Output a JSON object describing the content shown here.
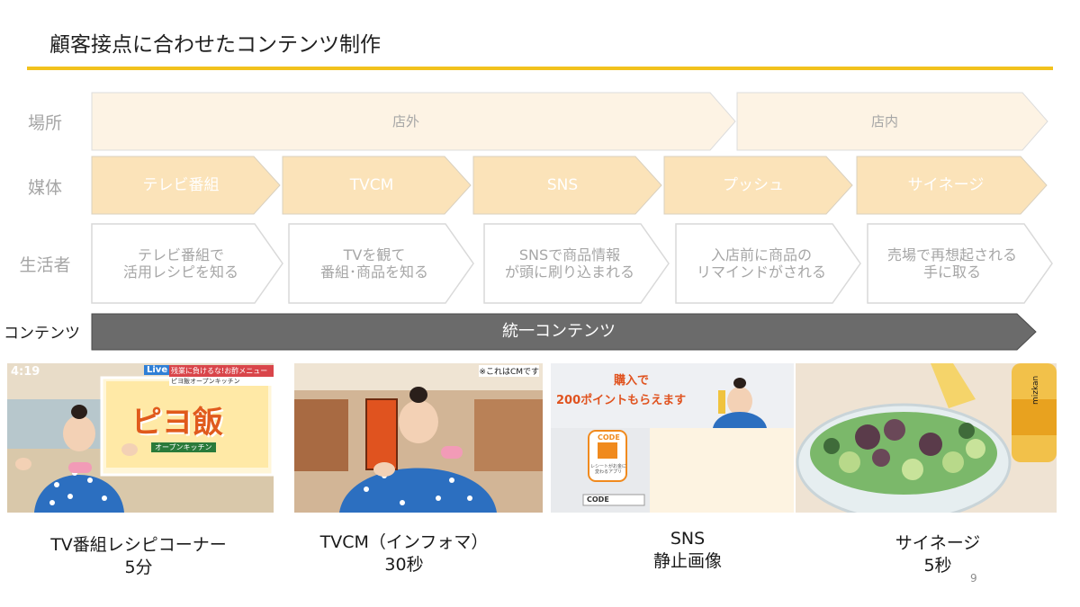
{
  "title": "顧客接点に合わせたコンテンツ制作",
  "rows": {
    "place_label": "場所",
    "media_label": "媒体",
    "consumer_label": "生活者",
    "content_label": "コンテンツ"
  },
  "place": {
    "outside": "店外",
    "inside": "店内"
  },
  "media": [
    "テレビ番組",
    "TVCM",
    "SNS",
    "プッシュ",
    "サイネージ"
  ],
  "consumer": [
    {
      "line1": "テレビ番組で",
      "line2": "活用レシピを知る"
    },
    {
      "line1": "TVを観て",
      "line2": "番組･商品を知る"
    },
    {
      "line1": "SNSで商品情報",
      "line2": "が頭に刷り込まれる"
    },
    {
      "line1": "入店前に商品の",
      "line2": "リマインドがされる"
    },
    {
      "line1": "売場で再想起される",
      "line2": "手に取る"
    }
  ],
  "content_arrow": "統一コンテンツ",
  "photos": {
    "tv_live": "Live",
    "tv_banner": "残業に負けるな!お酢メニュー",
    "tv_corner": "ピヨ飯オープンキッチン",
    "tv_logo": "ピヨ飯",
    "tv_sub": "オープンキッチン",
    "tv_time": "4:19",
    "cm_note": "※これはCMです",
    "sns_line1": "購入で",
    "sns_line2": "200ポイントもらえます",
    "sns_app_title": "CODE",
    "sns_app_text": "レシートがお金に変わるアプリ",
    "sns_code_bar": "CODE",
    "bottle_label": "mizkan"
  },
  "captions": [
    {
      "line1": "TV番組レシピコーナー",
      "line2": "5分"
    },
    {
      "line1": "TVCM（インフォマ）",
      "line2": "30秒"
    },
    {
      "line1": "SNS",
      "line2": "静止画像"
    },
    {
      "line1": "サイネージ",
      "line2": "5秒"
    }
  ],
  "page_number": "9",
  "colors": {
    "accent_rule": "#f2c21d",
    "place_fill": "#fdf3e4",
    "media_fill": "#fbe3b9",
    "content_arrow": "#6b6b6b"
  }
}
